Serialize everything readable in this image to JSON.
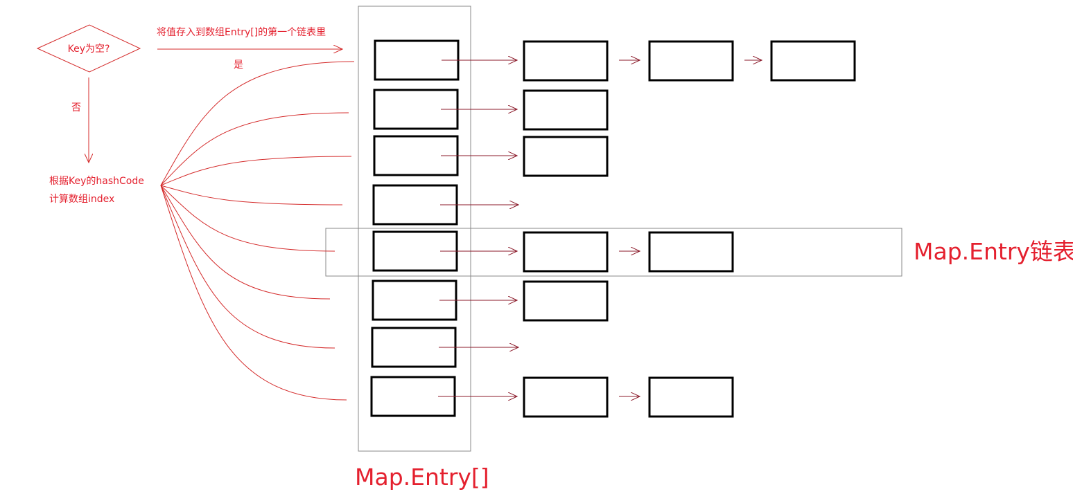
{
  "flow": {
    "decision": "Key为空?",
    "yes_action": "将值存入到数组Entry[]的第一个链表里",
    "yes_label": "是",
    "no_label": "否",
    "hash_line1": "根据Key的hashCode",
    "hash_line2": "计算数组index"
  },
  "array": {
    "label": "Map.Entry[]",
    "slots": [
      {
        "chain_length": 3
      },
      {
        "chain_length": 1
      },
      {
        "chain_length": 1
      },
      {
        "chain_length": 0
      },
      {
        "chain_length": 2
      },
      {
        "chain_length": 1
      },
      {
        "chain_length": 0
      },
      {
        "chain_length": 2
      }
    ]
  },
  "highlight": {
    "label": "Map.Entry链表",
    "slot_index": 4
  },
  "colors": {
    "label_red": "#e4202e",
    "curve_red": "#d42a2a",
    "arrow_dark_red": "#8b1a2a",
    "box_black": "#000000",
    "frame_gray": "#888888"
  }
}
